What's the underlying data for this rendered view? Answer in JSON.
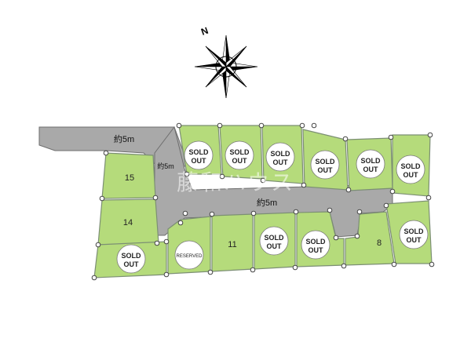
{
  "compass": {
    "north_label": "N"
  },
  "roads": {
    "top_label": "約5m",
    "small_label": "約5m",
    "main_label": "約5m"
  },
  "lots": {
    "lot_15": "15",
    "lot_14": "14",
    "lot_11": "11",
    "lot_8": "8",
    "sold_line1": "SOLD",
    "sold_line2": "OUT",
    "reserved": "RESERVED"
  },
  "watermark": "藤和ハウス",
  "colors": {
    "lot": "#b5db7b",
    "road": "#a9a9a9",
    "badge": "#ffffff"
  }
}
